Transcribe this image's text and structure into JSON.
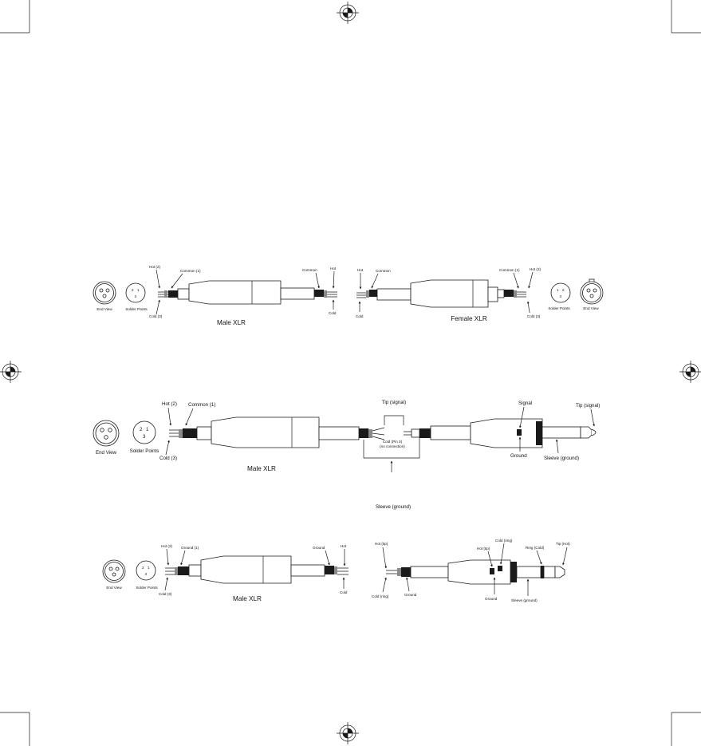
{
  "diagram_1": {
    "male_end": {
      "end_view": "End View",
      "solder_points": "Solder Points",
      "hot": "Hot (2)",
      "common": "Common (1)",
      "cold": "Cold (3)",
      "title": "Male XLR"
    },
    "male_cable_end": {
      "common": "Common",
      "hot": "Hot",
      "cold": "Cold"
    },
    "female_cable_end": {
      "hot": "Hot",
      "common": "Common",
      "cold": "Cold"
    },
    "female_end": {
      "common": "Common (1)",
      "hot": "Hot (2)",
      "cold": "Cold (3)",
      "solder_points": "Solder Points",
      "end_view": "End View",
      "title": "Female XLR"
    }
  },
  "diagram_2": {
    "male_end": {
      "end_view": "End View",
      "solder_points": "Solder Points",
      "hot": "Hot (2)",
      "common": "Common (1)",
      "cold": "Cold (3)",
      "title": "Male XLR"
    },
    "junction": {
      "tip": "Tip (signal)",
      "cold_note_1": "Cold (Pin 3)",
      "cold_note_2": "(no connection)",
      "sleeve": "Sleeve (ground)"
    },
    "ts_plug": {
      "signal": "Signal",
      "tip": "Tip (signal)",
      "ground": "Ground",
      "sleeve": "Sleeve (ground)"
    }
  },
  "diagram_3": {
    "male_end": {
      "end_view": "End View",
      "solder_points": "Solder Points",
      "hot": "Hot (2)",
      "ground": "Ground (1)",
      "cold": "Cold (3)",
      "title": "Male XLR"
    },
    "male_cable_end": {
      "ground": "Ground",
      "hot": "Hot",
      "cold": "Cold"
    },
    "trs_cable_end": {
      "hot": "Hot (tip)",
      "cold": "Cold (ring)",
      "ground": "Ground"
    },
    "trs_plug": {
      "cold_ring": "Cold (ring)",
      "hot_tip": "Hot (tip)",
      "ring": "Ring (Cold)",
      "tip": "Tip (Hot)",
      "ground": "Ground",
      "sleeve": "Sleeve (ground)"
    }
  }
}
